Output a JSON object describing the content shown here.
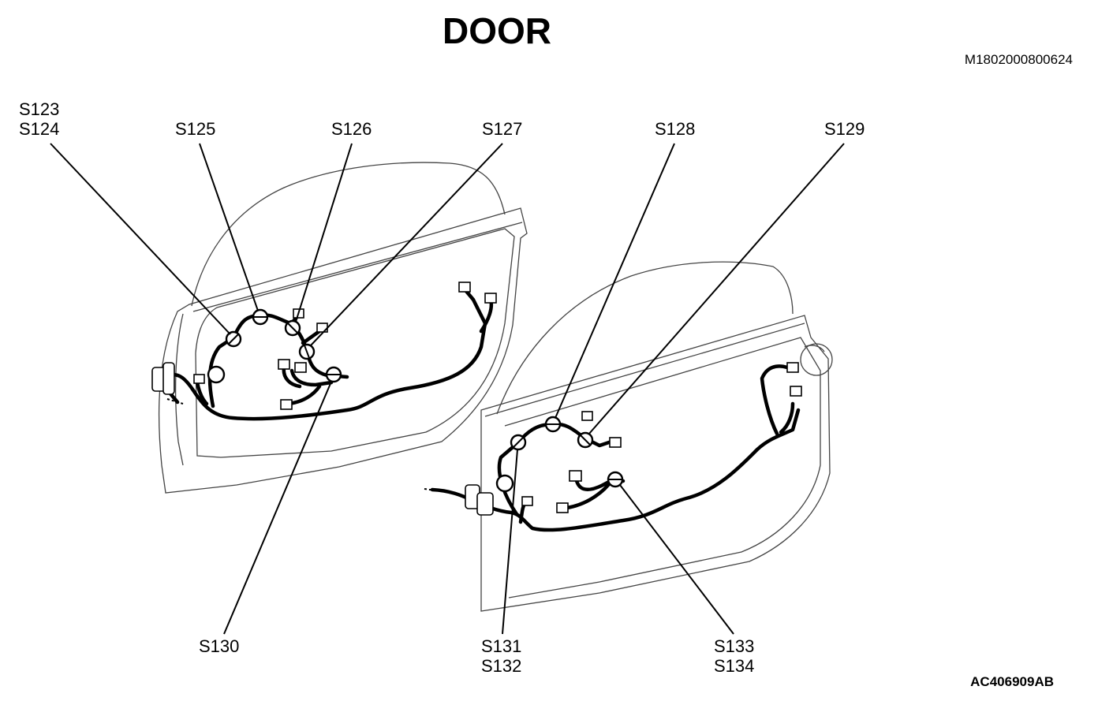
{
  "title": "DOOR",
  "figure_code_top": "M1802000800624",
  "figure_code_bottom": "AC406909AB",
  "labels": {
    "s123_s124": "S123\nS124",
    "s125": "S125",
    "s126": "S126",
    "s127": "S127",
    "s128": "S128",
    "s129": "S129",
    "s130": "S130",
    "s131_s132": "S131\nS132",
    "s133_s134": "S133\nS134"
  }
}
